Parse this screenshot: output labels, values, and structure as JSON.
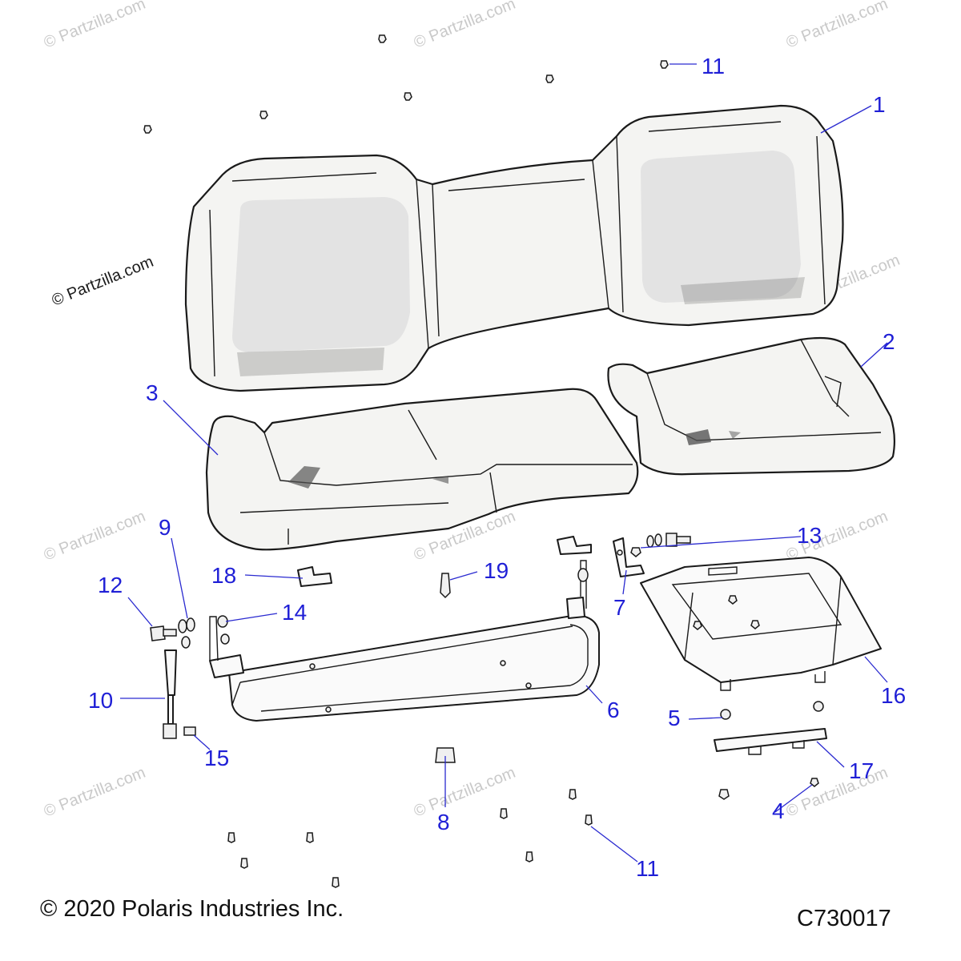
{
  "watermark": "© Partzilla.com",
  "copyright": "© 2020 Polaris Industries Inc.",
  "diagram_code": "C730017",
  "callouts": [
    {
      "id": "c1",
      "label": "1"
    },
    {
      "id": "c2",
      "label": "2"
    },
    {
      "id": "c3",
      "label": "3"
    },
    {
      "id": "c4",
      "label": "4"
    },
    {
      "id": "c5",
      "label": "5"
    },
    {
      "id": "c6",
      "label": "6"
    },
    {
      "id": "c7",
      "label": "7"
    },
    {
      "id": "c8",
      "label": "8"
    },
    {
      "id": "c9",
      "label": "9"
    },
    {
      "id": "c10",
      "label": "10"
    },
    {
      "id": "c11a",
      "label": "11"
    },
    {
      "id": "c11b",
      "label": "11"
    },
    {
      "id": "c12",
      "label": "12"
    },
    {
      "id": "c13",
      "label": "13"
    },
    {
      "id": "c14",
      "label": "14"
    },
    {
      "id": "c15",
      "label": "15"
    },
    {
      "id": "c16",
      "label": "16"
    },
    {
      "id": "c17",
      "label": "17"
    },
    {
      "id": "c18",
      "label": "18"
    },
    {
      "id": "c19",
      "label": "19"
    }
  ],
  "colors": {
    "callout": "#1f1fd6",
    "leader": "#2a2ad0",
    "line": "#1a1a1a"
  }
}
